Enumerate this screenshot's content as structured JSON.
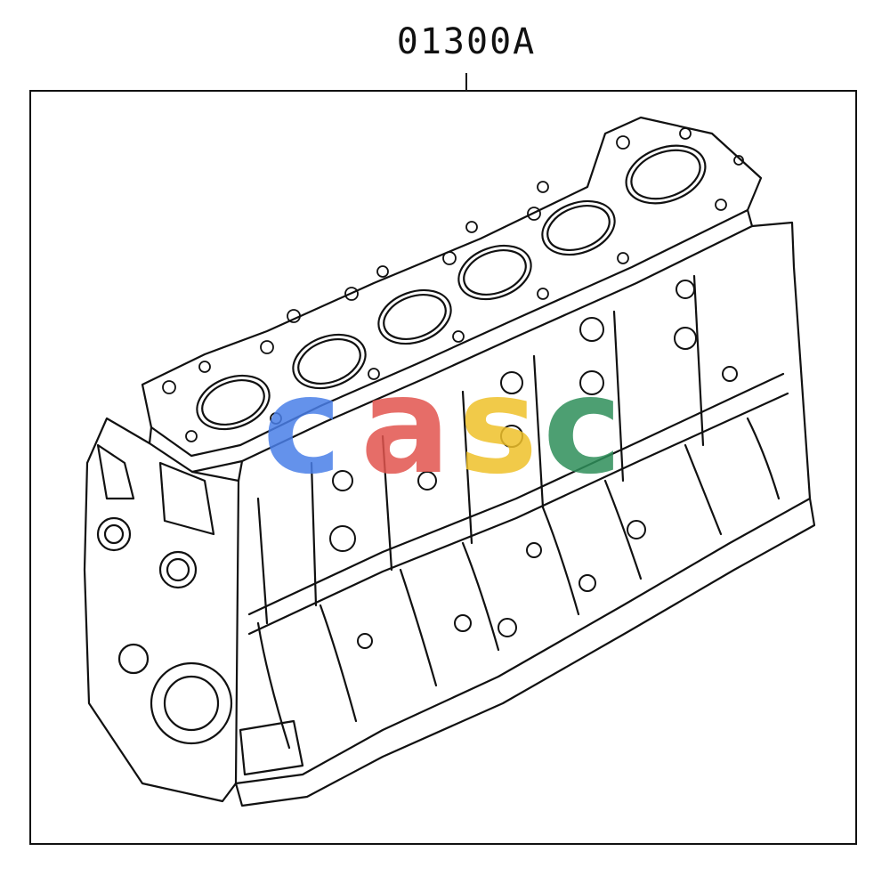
{
  "part": {
    "number": "01300A"
  },
  "watermark": {
    "letters": [
      "c",
      "a",
      "s",
      "c"
    ],
    "colors": [
      "#4a7fe8",
      "#e2544e",
      "#efc12a",
      "#2e8f5a"
    ]
  },
  "icons": {
    "main": "engine-cylinder-block-icon"
  }
}
